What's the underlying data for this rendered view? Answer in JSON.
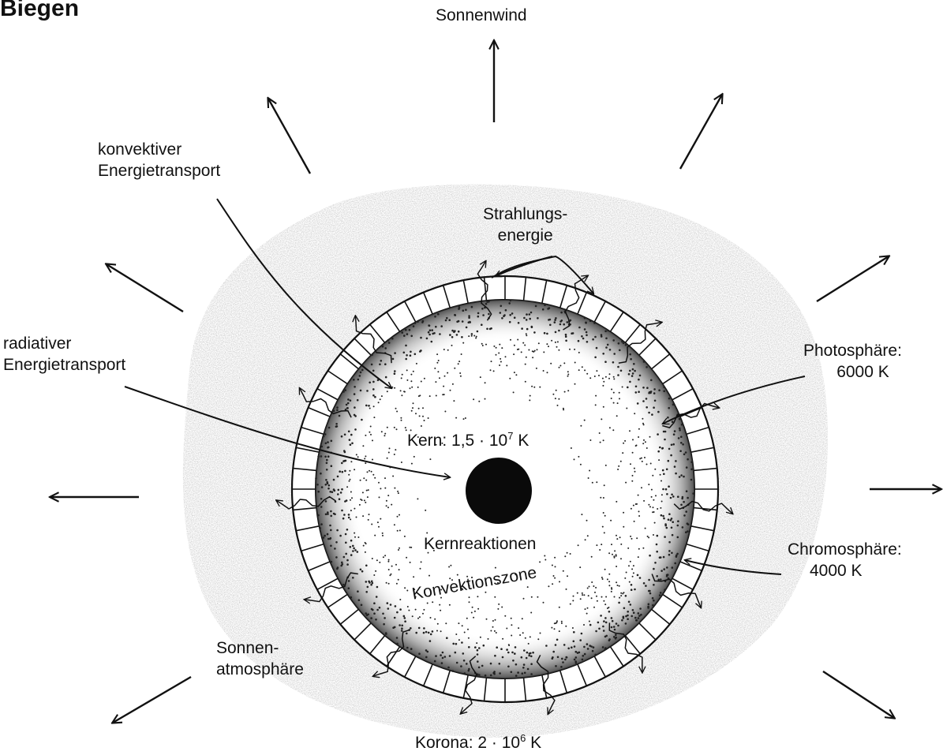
{
  "title": "Biegen",
  "labels": {
    "sonnenwind": "Sonnenwind",
    "konvektiv_1": "konvektiver",
    "konvektiv_2": "Energietransport",
    "strahlung_1": "Strahlungs-",
    "strahlung_2": "energie",
    "radiativ_1": "radiativer",
    "radiativ_2": "Energietransport",
    "photosphaere_1": "Photosphäre:",
    "photosphaere_2": "6000 K",
    "kern_text": "Kern: 1,5 · 10",
    "kern_exp": "7",
    "kern_unit": " K",
    "kernreaktionen": "Kernreaktionen",
    "konvektionszone": "Konvektionszone",
    "chromosphaere_1": "Chromosphäre:",
    "chromosphaere_2": "4000 K",
    "atmosphaere_1": "Sonnen-",
    "atmosphaere_2": "atmosphäre",
    "korona_text": "Korona: 2 · 10",
    "korona_exp": "6",
    "korona_unit": " K"
  },
  "colors": {
    "ink": "#111111",
    "core": "#0a0a0a",
    "haze": "#d9d9d9",
    "limb": "#555555"
  }
}
